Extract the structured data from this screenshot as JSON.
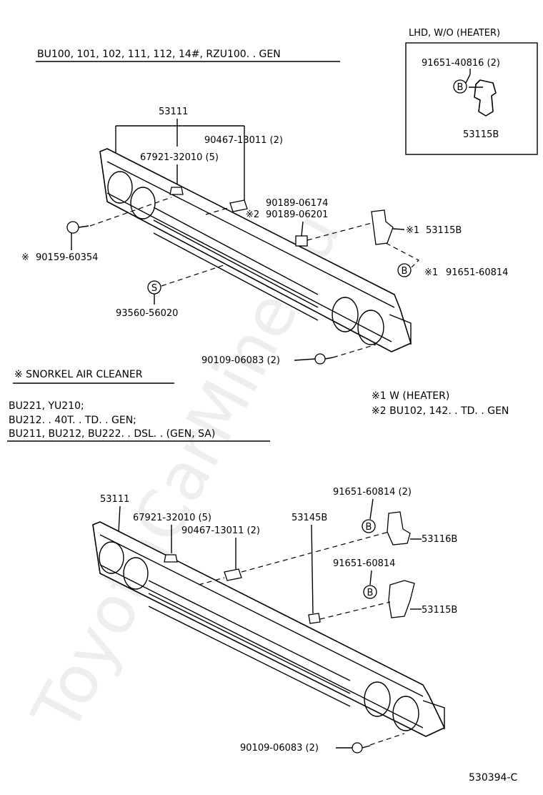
{
  "watermark": "ToyotaCarMine.ru",
  "upper": {
    "title": "BU100, 101, 102, 111, 112, 14#, RZU100. . GEN",
    "inset_title": "LHD, W/O (HEATER)",
    "inset_bolt": "91651-40816 (2)",
    "inset_bracket": "53115B",
    "grille": "53111",
    "clip_a": "67921-32010 (5)",
    "clip_b": "90467-13011 (2)",
    "nut_a": "90189-06174",
    "nut_b_mark": "※2",
    "nut_b": "90189-06201",
    "bracket_mark": "※1",
    "bracket": "53115B",
    "bolt_b_mark": "※1",
    "bolt_b": "91651-60814",
    "screw_mark": "※",
    "screw": "90159-60354",
    "s_part": "93560-56020",
    "bolt_bottom": "90109-06083 (2)"
  },
  "snorkel": {
    "title": "※ SNORKEL AIR CLEANER",
    "models": [
      "BU221, YU210;",
      "BU212. . 40T. . TD. . GEN;",
      "BU211, BU212, BU222. . DSL. . (GEN, SA)"
    ]
  },
  "notes": [
    "※1  W (HEATER)",
    "※2  BU102, 142. . TD. . GEN"
  ],
  "lower": {
    "grille": "53111",
    "clip_a": "67921-32010 (5)",
    "clip_b": "90467-13011 (2)",
    "clip_c": "53145B",
    "bolt_top": "91651-60814 (2)",
    "bracket_top": "53116B",
    "bolt_mid": "91651-60814",
    "bracket_mid": "53115B",
    "bolt_bottom": "90109-06083 (2)"
  },
  "markers": {
    "b": "B",
    "s": "S"
  },
  "figure_code": "530394-C"
}
